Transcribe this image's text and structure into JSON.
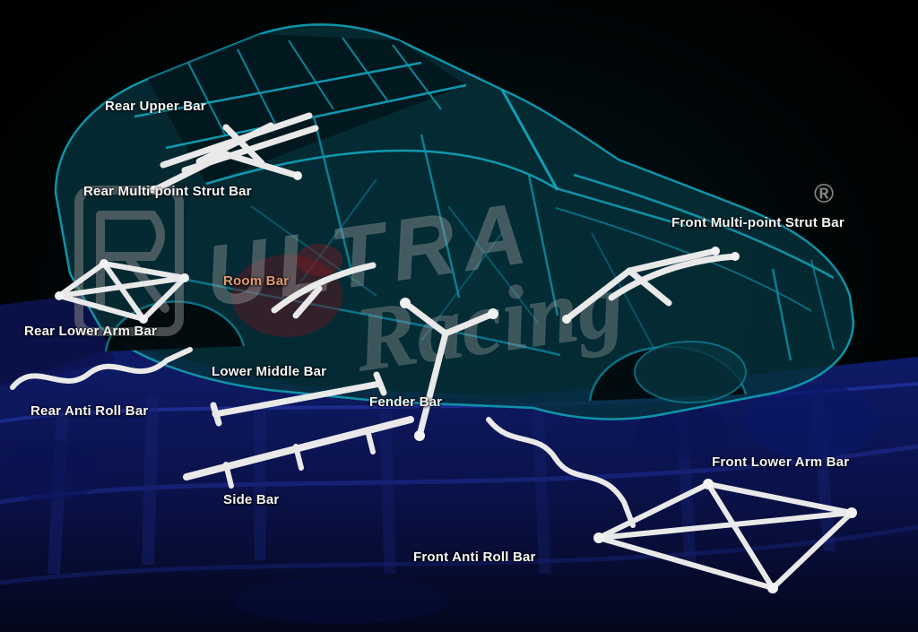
{
  "diagram": {
    "watermark": {
      "line1": "ULTRA",
      "line2": "Racing",
      "registered": "®"
    },
    "labels": [
      {
        "id": "rear-upper-bar",
        "text": "Rear Upper Bar"
      },
      {
        "id": "rear-multi-point-strut-bar",
        "text": "Rear Multi-point Strut Bar"
      },
      {
        "id": "front-multi-point-strut-bar",
        "text": "Front Multi-point Strut Bar"
      },
      {
        "id": "room-bar",
        "text": "Room Bar"
      },
      {
        "id": "rear-lower-arm-bar",
        "text": "Rear Lower Arm Bar"
      },
      {
        "id": "lower-middle-bar",
        "text": "Lower Middle Bar"
      },
      {
        "id": "rear-anti-roll-bar",
        "text": "Rear Anti Roll Bar"
      },
      {
        "id": "fender-bar",
        "text": "Fender Bar"
      },
      {
        "id": "front-lower-arm-bar",
        "text": "Front Lower Arm Bar"
      },
      {
        "id": "side-bar",
        "text": "Side Bar"
      },
      {
        "id": "front-anti-roll-bar",
        "text": "Front Anti Roll Bar"
      }
    ],
    "colors": {
      "background": "#000000",
      "label_text": "#f5f5f5",
      "room_bar_label": "#e09a72",
      "chassis_teal": "#0f93aa",
      "under_chassis_blue": "#1b2f9e",
      "strut_bar_white": "#e9e9e9",
      "watermark_gray": "#9a9a9a"
    }
  }
}
